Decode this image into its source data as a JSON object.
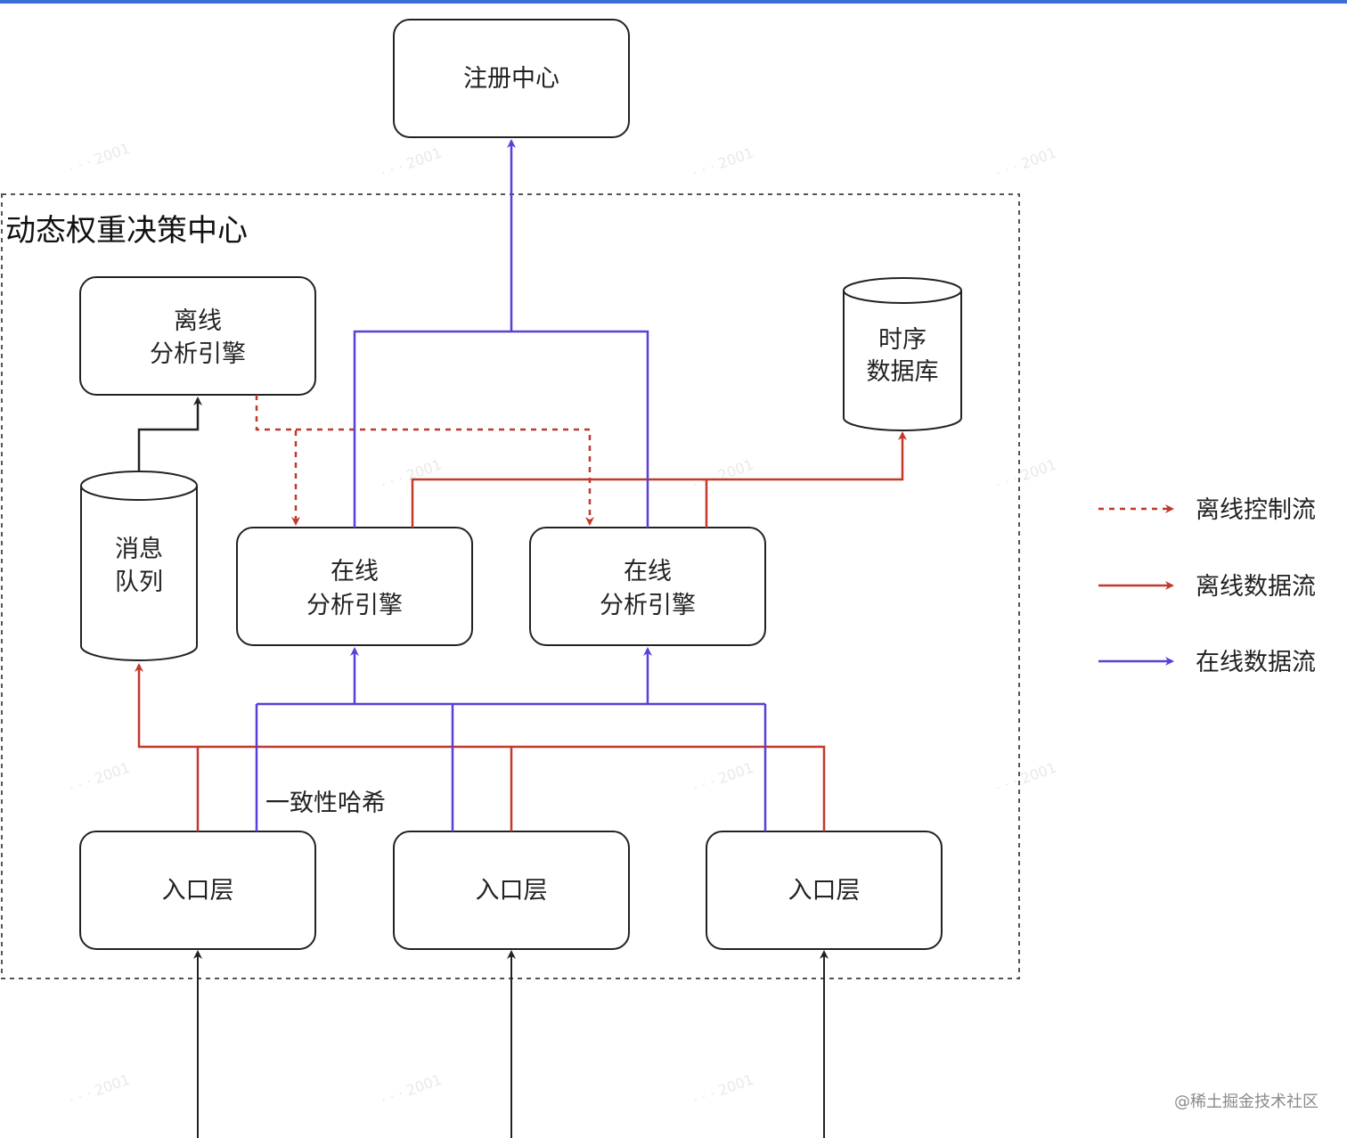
{
  "group": {
    "label": "动态权重决策中心"
  },
  "nodes": {
    "registry": {
      "label": "注册中心"
    },
    "offline_engine": {
      "line1": "离线",
      "line2": "分析引擎"
    },
    "tsdb": {
      "line1": "时序",
      "line2": "数据库"
    },
    "mq": {
      "line1": "消息",
      "line2": "队列"
    },
    "online_engine_1": {
      "line1": "在线",
      "line2": "分析引擎"
    },
    "online_engine_2": {
      "line1": "在线",
      "line2": "分析引擎"
    },
    "entry_1": {
      "label": "入口层"
    },
    "entry_2": {
      "label": "入口层"
    },
    "entry_3": {
      "label": "入口层"
    }
  },
  "edge_label": "一致性哈希",
  "legend": {
    "items": [
      {
        "label": "离线控制流",
        "color": "#c0392b",
        "style": "dashed"
      },
      {
        "label": "离线数据流",
        "color": "#c0392b",
        "style": "solid"
      },
      {
        "label": "在线数据流",
        "color": "#5b3fd6",
        "style": "solid"
      }
    ]
  },
  "colors": {
    "offline": "#c0392b",
    "online": "#5b3fd6",
    "input": "#222222"
  },
  "watermark": "@稀土掘金技术社区"
}
